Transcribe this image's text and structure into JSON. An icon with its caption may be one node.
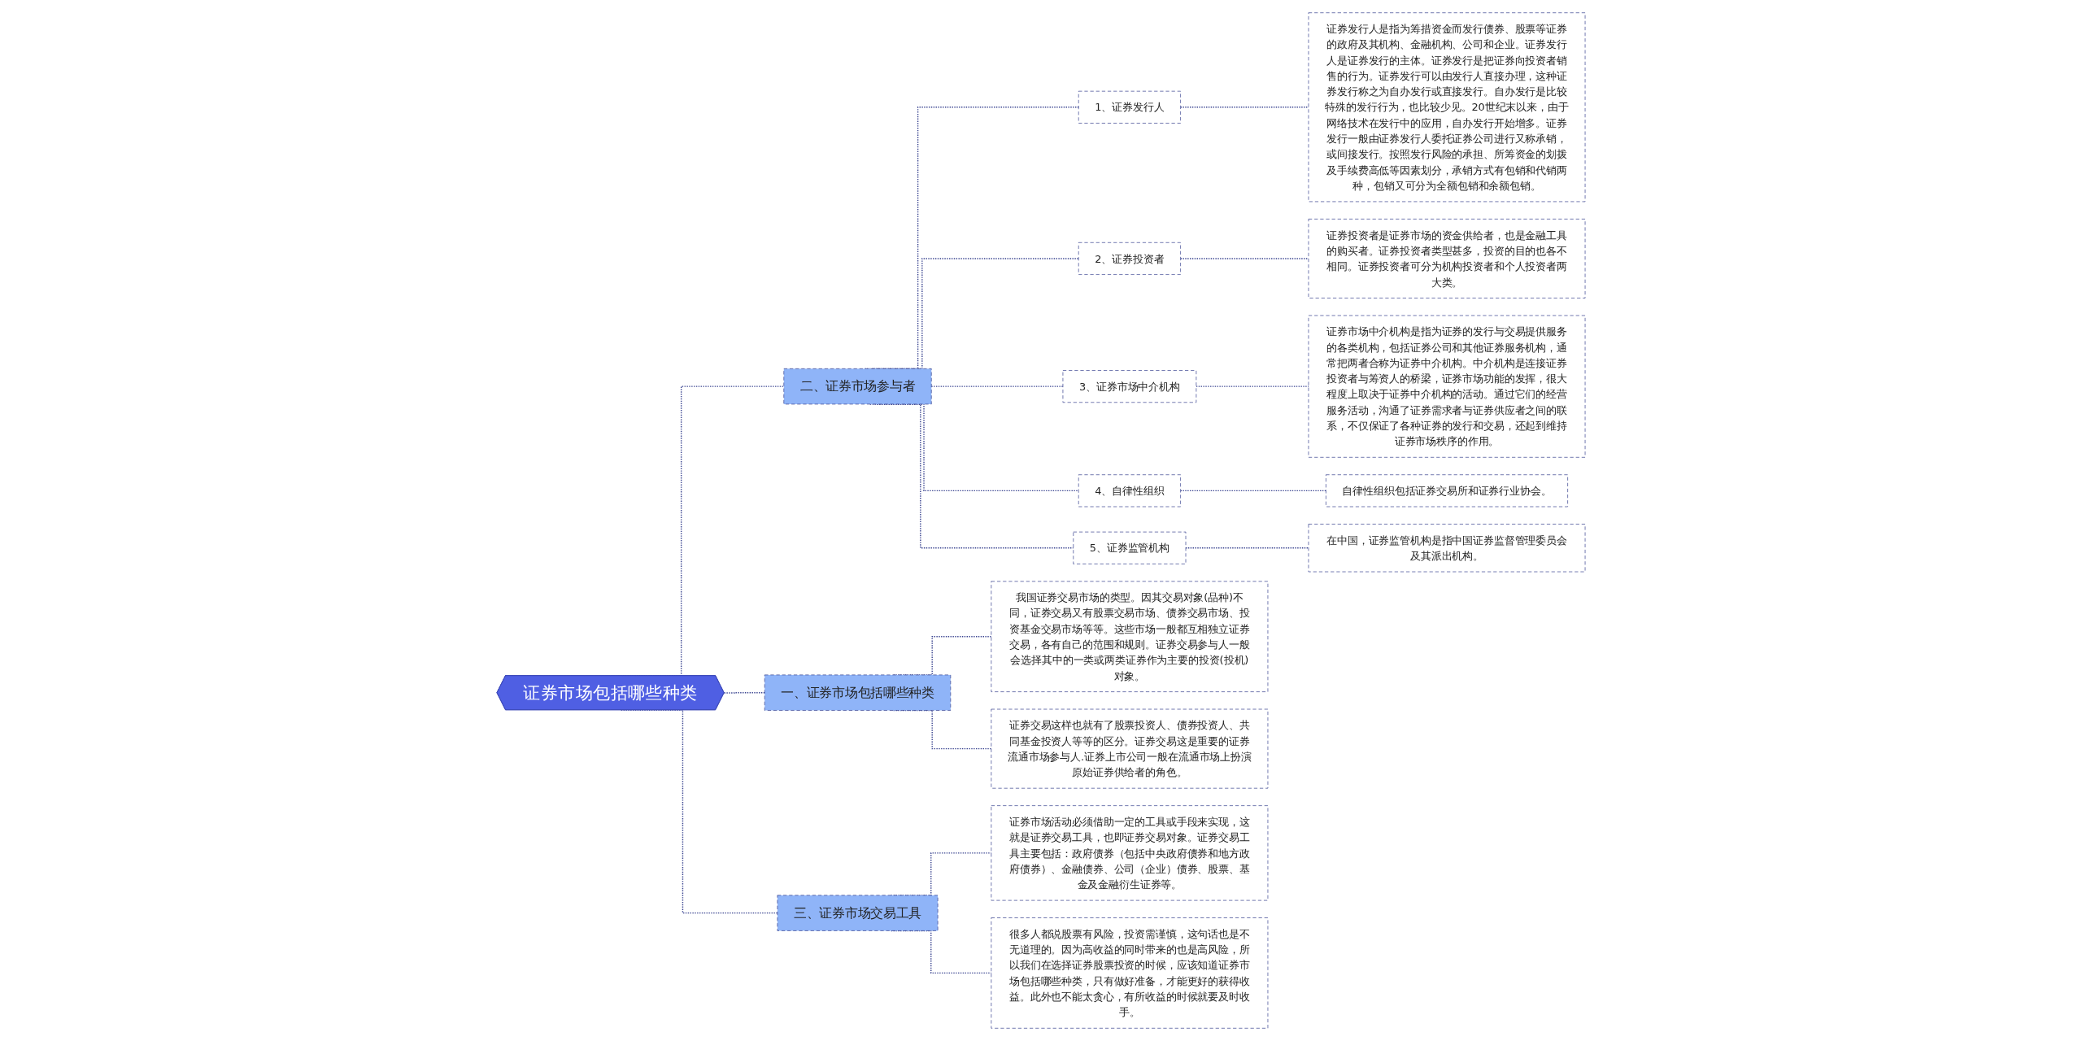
{
  "diagram": {
    "nodes": [
      {
        "text": [
          "证券市场包括哪些种类"
        ]
      },
      {
        "text": [
          "二、证券市场参与者"
        ]
      },
      {
        "text": [
          "1、证券发行人"
        ]
      },
      {
        "text": [
          "证券发行人是指为筹措资金而发行债券、股票等证券的政府及其机构、金融机构、公司和企业。证券发行人是证券发行的主体。证券发行是把证券向投资者销售的行为。证券发行可以由发行人直接办理，这种证券发行称之为自办发行或直接发行。自办发行是比较特殊的发行行为，也比较少见。20世纪末以来，由于网络技术在发行中的应用，自办发行开始增多。证券发行一般由证券发行人委托证券公司进行又称承销，或间接发行。按照发行风险的承担、所筹资金的划拨及手续费高低等因素划分，承销方式有包销和代销两种，包销又可分为全额包销和余额包销。"
        ]
      },
      {
        "text": [
          "2、证券投资者"
        ]
      },
      {
        "text": [
          "证券投资者是证券市场的资金供给者，也是金融工具的购买者。证券投资者类型甚多，投资的目的也各不相同。证券投资者可分为机构投资者和个人投资者两大类。"
        ]
      },
      {
        "text": [
          "3、证券市场中介机构"
        ]
      },
      {
        "text": [
          "证券市场中介机构是指为证券的发行与交易提供服务的各类机构，包括证券公司和其他证券服务机构，通常把两者合称为证券中介机构。中介机构是连接证券投资者与筹资人的桥梁，证券市场功能的发挥，很大程度上取决于证券中介机构的活动。通过它们的经营服务活动，沟通了证券需求者与证券供应者之间的联系，不仅保证了各种证券的发行和交易，还起到维持证券市场秩序的作用。"
        ]
      },
      {
        "text": [
          "4、自律性组织"
        ]
      },
      {
        "text": [
          "自律性组织包括证券交易所和证券行业协会。"
        ]
      },
      {
        "text": [
          "5、证券监管机构"
        ]
      },
      {
        "text": [
          "在中国，证券监管机构是指中国证券监督管理委员会及其派出机构。"
        ]
      },
      {
        "text": [
          "一、证券市场包括哪些种类"
        ]
      },
      {
        "text": [
          "我国证券交易市场的类型。因其交易对象(品种)不同，证券交易又有股票交易市场、债券交易市场、投资基金交易市场等等。这些市场一般都互相独立证券交易，各有自己的范围和规则。证券交易参与人一般会选择其中的一类或两类证券作为主要的投资(投机)对象。"
        ]
      },
      {
        "text": [
          "证券交易这样也就有了股票投资人、债券投资人、共同基金投资人等等的区分。证券交易这是重要的证券流通市场参与人.证券上市公司一般在流通市场上扮演原始证券供给者的角色。"
        ]
      },
      {
        "text": [
          "三、证券市场交易工具"
        ]
      },
      {
        "text": [
          "证券市场活动必须借助一定的工具或手段来实现，这就是证券交易工具，也即证券交易对象。证券交易工具主要包括：政府债券（包括中央政府债券和地方政府债券）、金融债券、公司（企业）债券、股票、基金及金融衍生证券等。"
        ]
      },
      {
        "text": [
          "很多人都说股票有风险，投资需谨慎，这句话也是不无道理的。因为高收益的同时带来的也是高风险，所以我们在选择证券股票投资的时候，应该知道证券市场包括哪些种类，只有做好准备，才能更好的获得收益。此外也不能太贪心，有所收益的时候就要及时收手。"
        ]
      }
    ],
    "edges": [
      {
        "from": 0,
        "to": 1,
        "arrow": "none",
        "style": "dashed"
      },
      {
        "from": 1,
        "to": 2,
        "arrow": "none",
        "style": "dashed"
      },
      {
        "from": 2,
        "to": 3,
        "arrow": "none",
        "style": "dashed"
      },
      {
        "from": 1,
        "to": 4,
        "arrow": "none",
        "style": "dashed"
      },
      {
        "from": 4,
        "to": 5,
        "arrow": "none",
        "style": "dashed"
      },
      {
        "from": 1,
        "to": 6,
        "arrow": "none",
        "style": "dashed"
      },
      {
        "from": 6,
        "to": 7,
        "arrow": "none",
        "style": "dashed"
      },
      {
        "from": 1,
        "to": 8,
        "arrow": "none",
        "style": "dashed"
      },
      {
        "from": 8,
        "to": 9,
        "arrow": "none",
        "style": "dashed"
      },
      {
        "from": 1,
        "to": 10,
        "arrow": "none",
        "style": "dashed"
      },
      {
        "from": 10,
        "to": 11,
        "arrow": "none",
        "style": "dashed"
      },
      {
        "from": 0,
        "to": 12,
        "arrow": "none",
        "style": "dashed"
      },
      {
        "from": 12,
        "to": 13,
        "arrow": "none",
        "style": "dashed"
      },
      {
        "from": 12,
        "to": 14,
        "arrow": "none",
        "style": "dashed"
      },
      {
        "from": 0,
        "to": 15,
        "arrow": "none",
        "style": "dashed"
      },
      {
        "from": 15,
        "to": 16,
        "arrow": "none",
        "style": "dashed"
      },
      {
        "from": 15,
        "to": 17,
        "arrow": "none",
        "style": "dashed"
      }
    ]
  }
}
